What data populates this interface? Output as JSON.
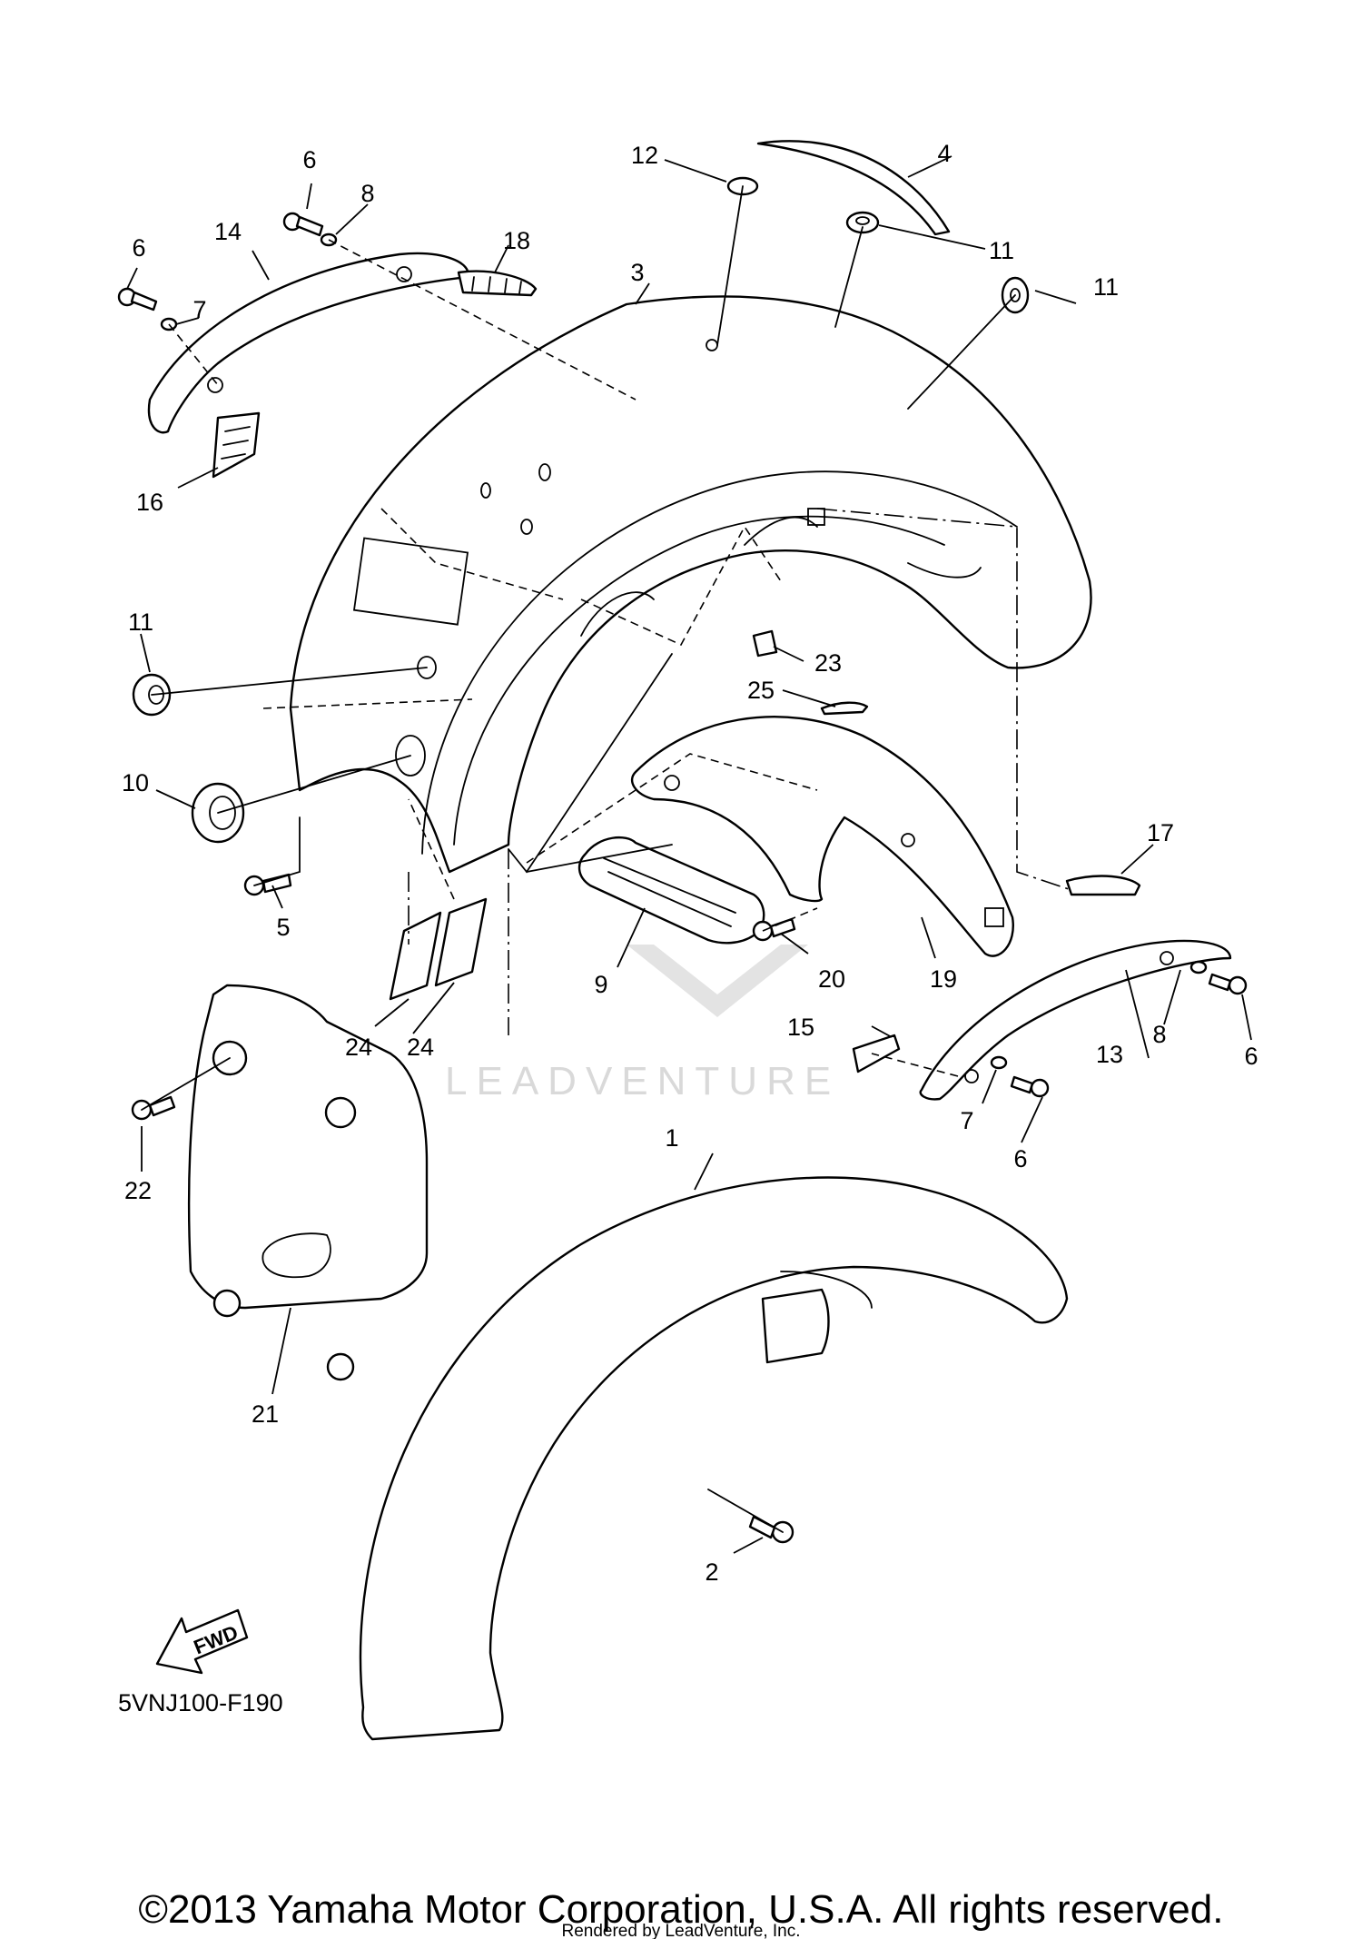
{
  "diagram_code": "5VNJ100-F190",
  "copyright": "©2013 Yamaha Motor Corporation, U.S.A. All rights reserved.",
  "rendered_by": "Rendered by LeadVenture, Inc.",
  "watermark": "LEADVENTURE",
  "fwd_label": "FWD",
  "callouts": {
    "c1": "1",
    "c2": "2",
    "c3": "3",
    "c4": "4",
    "c5": "5",
    "c6a": "6",
    "c6b": "6",
    "c6c": "6",
    "c6d": "6",
    "c7a": "7",
    "c7b": "7",
    "c8a": "8",
    "c8b": "8",
    "c9": "9",
    "c10": "10",
    "c11a": "11",
    "c11b": "11",
    "c11c": "11",
    "c12": "12",
    "c13": "13",
    "c14": "14",
    "c15": "15",
    "c16": "16",
    "c17": "17",
    "c18": "18",
    "c19": "19",
    "c20": "20",
    "c21": "21",
    "c22": "22",
    "c23": "23",
    "c24a": "24",
    "c24b": "24",
    "c25": "25"
  }
}
